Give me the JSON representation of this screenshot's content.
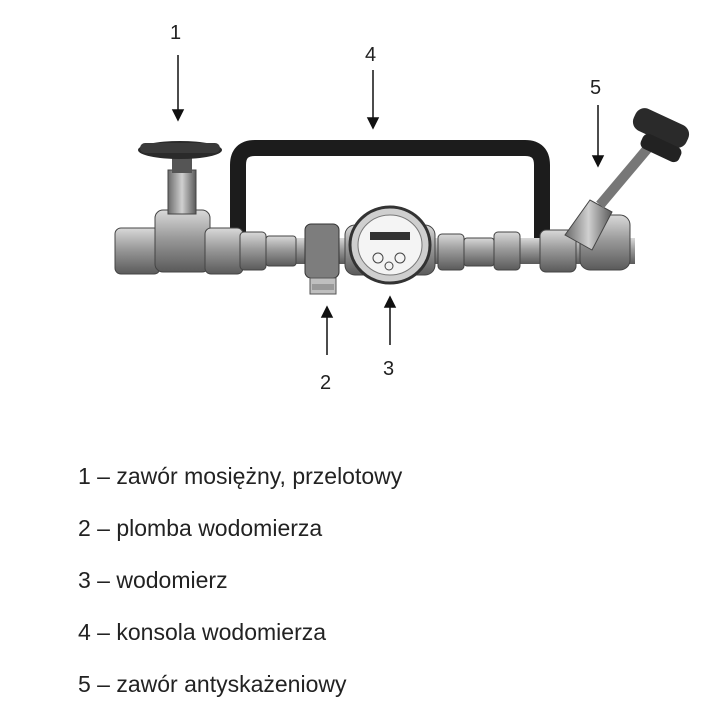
{
  "callouts": {
    "c1": "1",
    "c2": "2",
    "c3": "3",
    "c4": "4",
    "c5": "5"
  },
  "legend": [
    "1 – zawór mosiężny, przelotowy",
    "2 – plomba wodomierza",
    "3 – wodomierz",
    "4 – konsola wodomierza",
    "5 – zawór antyskażeniowy"
  ]
}
